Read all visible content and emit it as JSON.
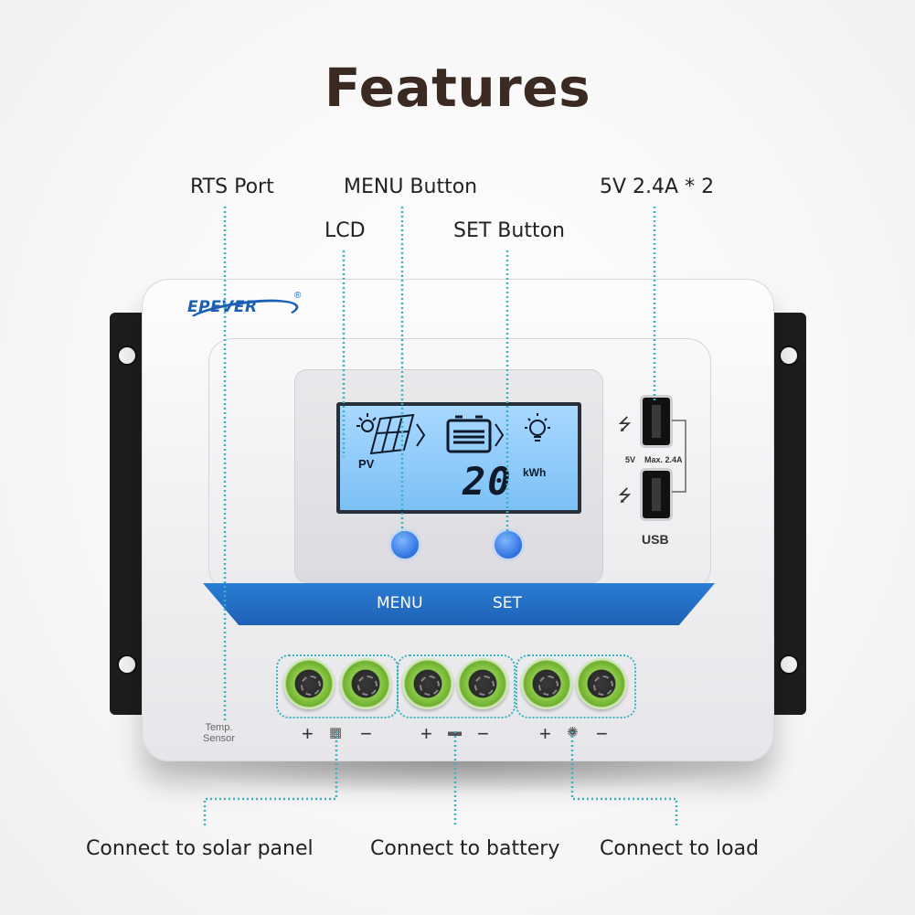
{
  "title": "Features",
  "callouts": {
    "rts_port": "RTS Port",
    "menu_button": "MENU Button",
    "usb_output": "5V 2.4A * 2",
    "lcd": "LCD",
    "set_button": "SET Button",
    "solar": "Connect to solar panel",
    "battery": "Connect to battery",
    "load": "Connect to load"
  },
  "device": {
    "brand": "EPEVER",
    "registered": "®",
    "band": {
      "menu": "MENU",
      "set": "SET"
    },
    "lcd": {
      "pv": "PV",
      "value": "20",
      "unit": "kWh"
    },
    "usb": {
      "volt": "5V",
      "max": "Max. 2.4A",
      "label": "USB"
    },
    "temp_sensor": [
      "Temp.",
      "Sensor"
    ],
    "terminals": {
      "plus": "+",
      "minus": "−"
    }
  },
  "colors": {
    "leader": "#39b3bf",
    "accent": "#1e62b6",
    "title": "#3a2a22",
    "terminal_ring": "#6fae2f"
  },
  "icons": [
    "sun-icon",
    "solar-panel-icon",
    "battery-icon",
    "bulb-icon",
    "usb-icon"
  ]
}
